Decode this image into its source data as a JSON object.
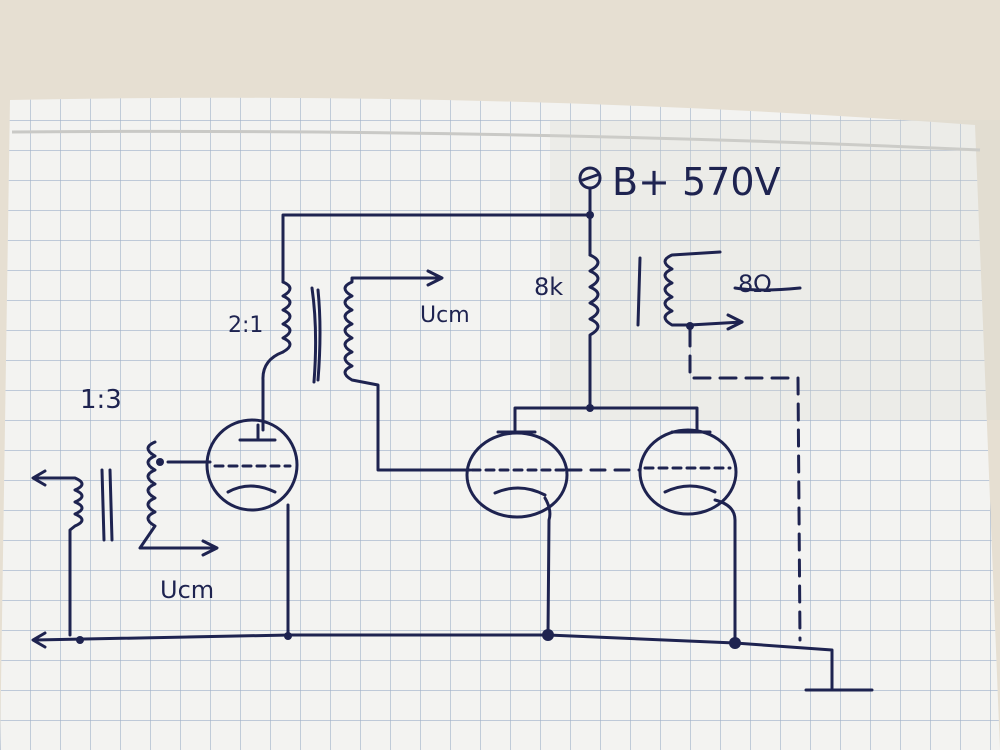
{
  "labels": {
    "supply": "B+ 570V",
    "plate_load": "8k",
    "speaker_impedance": "8Ω",
    "interstage_ratio": "2:1",
    "input_ratio": "1:3",
    "output_voltage_interstage": "Ucm",
    "output_voltage_input": "Ucm"
  },
  "colors": {
    "ink": "#1e2350",
    "paper": "#f3f3f1",
    "grid": "#9fb0c8",
    "background": "#e6dfd2"
  }
}
